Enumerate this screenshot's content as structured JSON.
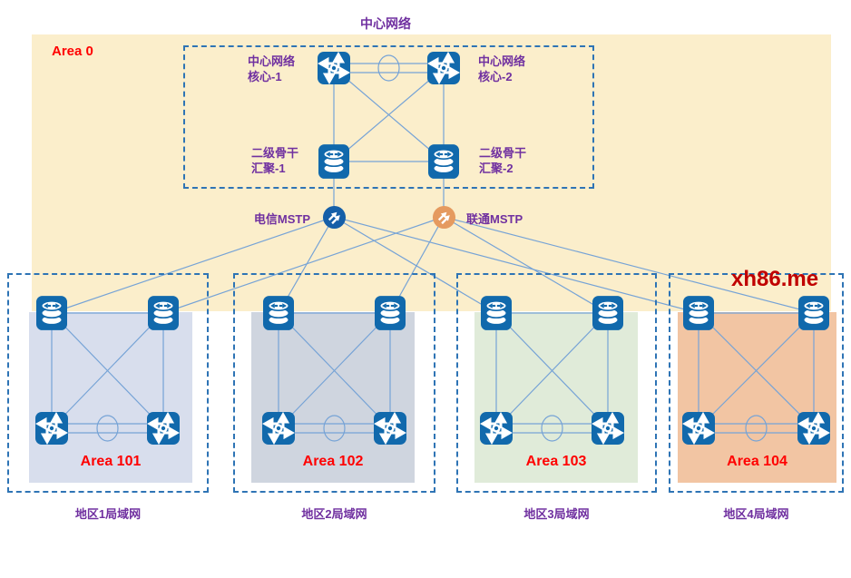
{
  "diagram_title": "中心网络",
  "area0": {
    "label": "Area 0"
  },
  "watermark": "xh86.me",
  "colors": {
    "area0_fill": "#FBEECB",
    "dashed_border": "#2E74B5",
    "link_line": "#76A3D6",
    "device_blue": "#1169AC",
    "mstp_telecom_blue": "#155FA8",
    "mstp_unicom_orange": "#E59A5F",
    "label_purple": "#7030A0",
    "area_label_red": "#FF0000",
    "watermark_red": "#C00000"
  },
  "core_network": {
    "core1_label": "中心网络\n核心-1",
    "core2_label": "中心网络\n核心-2",
    "agg1_label": "二级骨干\n汇聚-1",
    "agg2_label": "二级骨干\n汇聚-2"
  },
  "mstp": {
    "telecom_label": "电信MSTP",
    "unicom_label": "联通MSTP"
  },
  "areas": [
    {
      "name": "Area 101",
      "region_label": "地区1局域网",
      "fill": "#D8DEED"
    },
    {
      "name": "Area 102",
      "region_label": "地区2局域网",
      "fill": "#CFD5DF"
    },
    {
      "name": "Area 103",
      "region_label": "地区3局域网",
      "fill": "#E0EBD9"
    },
    {
      "name": "Area 104",
      "region_label": "地区4局域网",
      "fill": "#F2C5A3"
    }
  ],
  "devices": [
    {
      "id": "core-1",
      "type": "router"
    },
    {
      "id": "core-2",
      "type": "router"
    },
    {
      "id": "agg-1",
      "type": "stack"
    },
    {
      "id": "agg-2",
      "type": "stack"
    },
    {
      "id": "mstp-telecom",
      "type": "mstp-blue"
    },
    {
      "id": "mstp-unicom",
      "type": "mstp-orange"
    },
    {
      "id": "area101-sw1",
      "type": "stack"
    },
    {
      "id": "area101-sw2",
      "type": "stack"
    },
    {
      "id": "area101-rt1",
      "type": "router"
    },
    {
      "id": "area101-rt2",
      "type": "router"
    },
    {
      "id": "area102-sw1",
      "type": "stack"
    },
    {
      "id": "area102-sw2",
      "type": "stack"
    },
    {
      "id": "area102-rt1",
      "type": "router"
    },
    {
      "id": "area102-rt2",
      "type": "router"
    },
    {
      "id": "area103-sw1",
      "type": "stack"
    },
    {
      "id": "area103-sw2",
      "type": "stack"
    },
    {
      "id": "area103-rt1",
      "type": "router"
    },
    {
      "id": "area103-rt2",
      "type": "router"
    },
    {
      "id": "area104-sw1",
      "type": "stack"
    },
    {
      "id": "area104-sw2",
      "type": "stack"
    },
    {
      "id": "area104-rt1",
      "type": "router"
    },
    {
      "id": "area104-rt2",
      "type": "router"
    }
  ],
  "links": [
    {
      "from": "core-1",
      "to": "core-2",
      "type": "aggregated"
    },
    {
      "from": "core-1",
      "to": "agg-1",
      "type": "single"
    },
    {
      "from": "core-2",
      "to": "agg-2",
      "type": "single"
    },
    {
      "from": "core-1",
      "to": "agg-2",
      "type": "single"
    },
    {
      "from": "core-2",
      "to": "agg-1",
      "type": "single"
    },
    {
      "from": "agg-1",
      "to": "agg-2",
      "type": "single"
    },
    {
      "from": "agg-1",
      "to": "mstp-telecom",
      "type": "single"
    },
    {
      "from": "agg-2",
      "to": "mstp-unicom",
      "type": "single"
    },
    {
      "from": "mstp-telecom",
      "to": "area101-sw1",
      "type": "single"
    },
    {
      "from": "mstp-telecom",
      "to": "area102-sw1",
      "type": "single"
    },
    {
      "from": "mstp-telecom",
      "to": "area103-sw1",
      "type": "single"
    },
    {
      "from": "mstp-telecom",
      "to": "area104-sw1",
      "type": "single"
    },
    {
      "from": "mstp-unicom",
      "to": "area101-sw2",
      "type": "single"
    },
    {
      "from": "mstp-unicom",
      "to": "area102-sw2",
      "type": "single"
    },
    {
      "from": "mstp-unicom",
      "to": "area103-sw2",
      "type": "single"
    },
    {
      "from": "mstp-unicom",
      "to": "area104-sw2",
      "type": "single"
    },
    {
      "from": "area101-sw1",
      "to": "area101-sw2",
      "type": "single"
    },
    {
      "from": "area101-sw1",
      "to": "area101-rt1",
      "type": "single"
    },
    {
      "from": "area101-sw2",
      "to": "area101-rt2",
      "type": "single"
    },
    {
      "from": "area101-sw1",
      "to": "area101-rt2",
      "type": "single"
    },
    {
      "from": "area101-sw2",
      "to": "area101-rt1",
      "type": "single"
    },
    {
      "from": "area101-rt1",
      "to": "area101-rt2",
      "type": "aggregated"
    },
    {
      "from": "area102-sw1",
      "to": "area102-sw2",
      "type": "single"
    },
    {
      "from": "area102-sw1",
      "to": "area102-rt1",
      "type": "single"
    },
    {
      "from": "area102-sw2",
      "to": "area102-rt2",
      "type": "single"
    },
    {
      "from": "area102-sw1",
      "to": "area102-rt2",
      "type": "single"
    },
    {
      "from": "area102-sw2",
      "to": "area102-rt1",
      "type": "single"
    },
    {
      "from": "area102-rt1",
      "to": "area102-rt2",
      "type": "aggregated"
    },
    {
      "from": "area103-sw1",
      "to": "area103-sw2",
      "type": "single"
    },
    {
      "from": "area103-sw1",
      "to": "area103-rt1",
      "type": "single"
    },
    {
      "from": "area103-sw2",
      "to": "area103-rt2",
      "type": "single"
    },
    {
      "from": "area103-sw1",
      "to": "area103-rt2",
      "type": "single"
    },
    {
      "from": "area103-sw2",
      "to": "area103-rt1",
      "type": "single"
    },
    {
      "from": "area103-rt1",
      "to": "area103-rt2",
      "type": "aggregated"
    },
    {
      "from": "area104-sw1",
      "to": "area104-sw2",
      "type": "single"
    },
    {
      "from": "area104-sw1",
      "to": "area104-rt1",
      "type": "single"
    },
    {
      "from": "area104-sw2",
      "to": "area104-rt2",
      "type": "single"
    },
    {
      "from": "area104-sw1",
      "to": "area104-rt2",
      "type": "single"
    },
    {
      "from": "area104-sw2",
      "to": "area104-rt1",
      "type": "single"
    },
    {
      "from": "area104-rt1",
      "to": "area104-rt2",
      "type": "aggregated"
    }
  ]
}
